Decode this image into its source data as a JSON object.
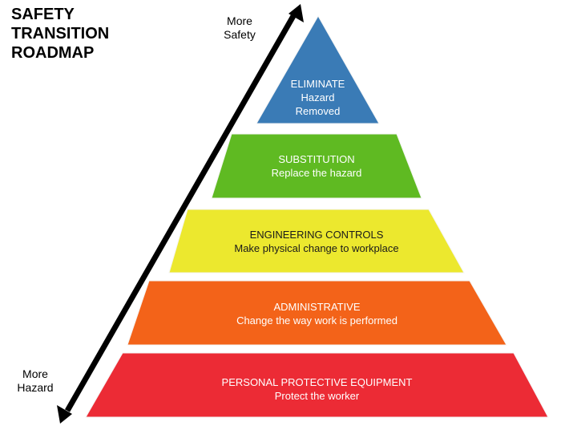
{
  "title": {
    "line1": "SAFETY",
    "line2": "TRANSITION",
    "line3": "ROADMAP"
  },
  "arrow": {
    "top_label_line1": "More",
    "top_label_line2": "Safety",
    "bottom_label_line1": "More",
    "bottom_label_line2": "Hazard"
  },
  "tiers": [
    {
      "heading": "ELIMINATE",
      "line2": "Hazard",
      "line3": "Removed",
      "color": "#3a7bb6"
    },
    {
      "heading": "SUBSTITUTION",
      "line2": "Replace the hazard",
      "color": "#5fba22"
    },
    {
      "heading": "ENGINEERING CONTROLS",
      "line2": "Make physical change to workplace",
      "color": "#ece82e"
    },
    {
      "heading": "ADMINISTRATIVE",
      "line2": "Change the way work is performed",
      "color": "#f36319"
    },
    {
      "heading": "PERSONAL PROTECTIVE EQUIPMENT",
      "line2": "Protect the worker",
      "color": "#ec2b35"
    }
  ],
  "colors": {
    "arrow": "#000000",
    "tier_text": "#ffffff",
    "tier_edge": "#f4f4f4"
  }
}
